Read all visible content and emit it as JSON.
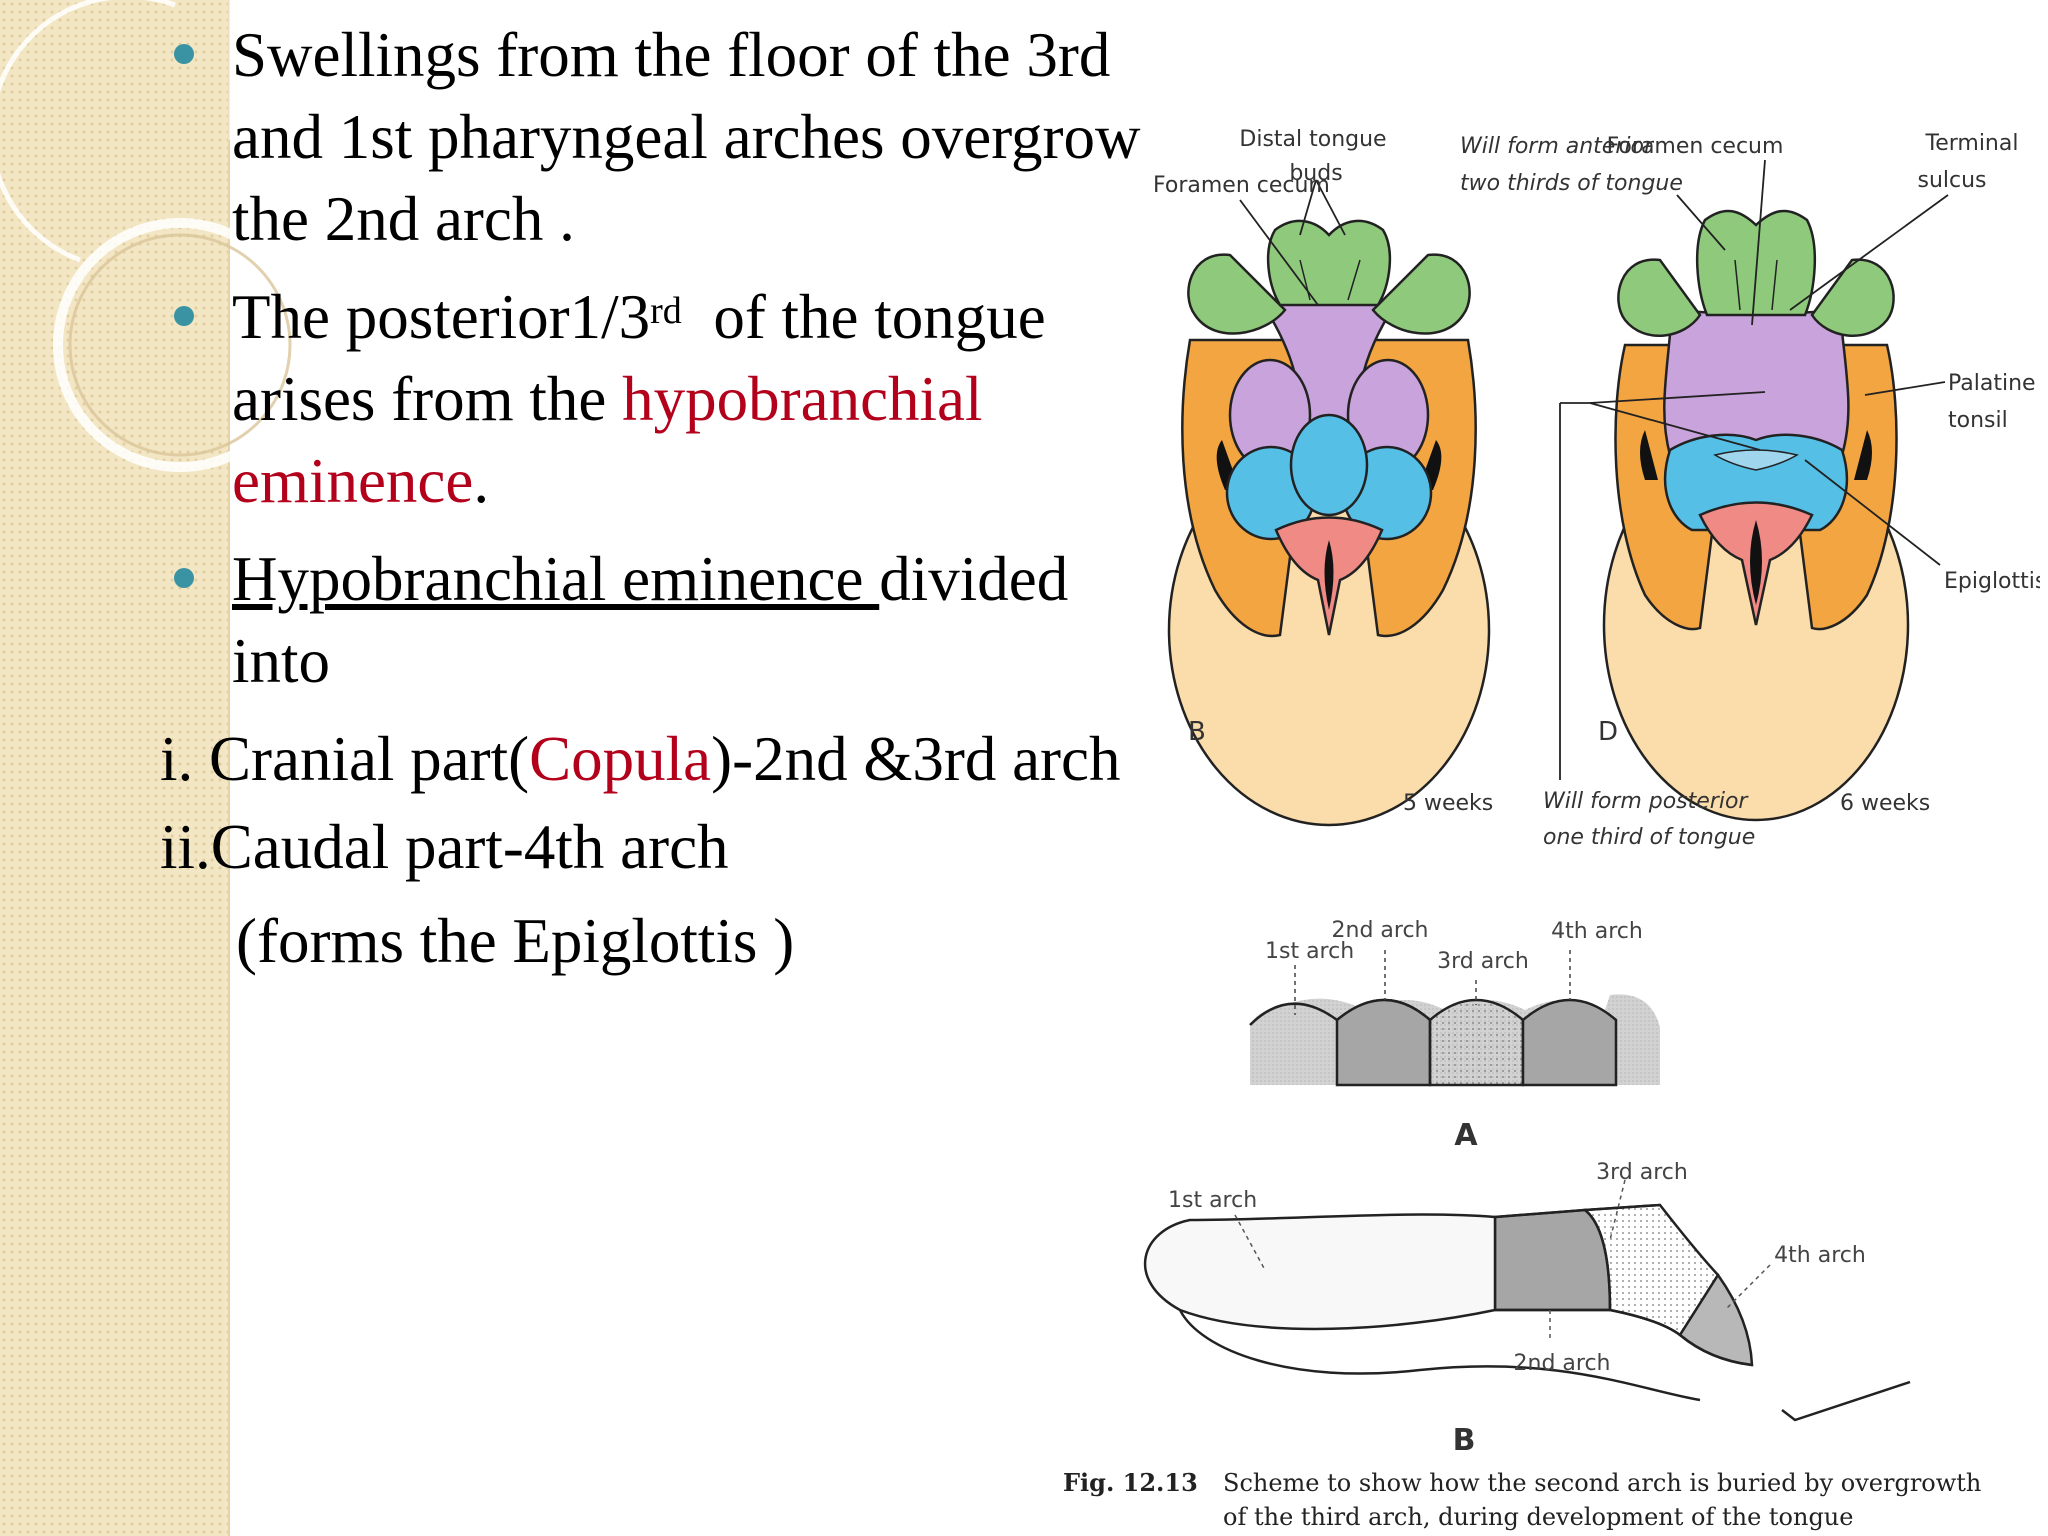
{
  "bullets": [
    {
      "text": "Swellings from the floor of the 3rd and 1st pharyngeal arches overgrow the 2nd arch ."
    },
    {
      "text_before": "The posterior1/3",
      "superscript": "rd",
      "text_mid": "  of the tongue arises from the ",
      "highlight": "hypobranchial eminence",
      "text_after": "."
    },
    {
      "underlined": "Hypobranchial eminence ",
      "text_after": "divided into"
    }
  ],
  "sub_items": [
    {
      "prefix": "i. Cranial part(",
      "highlight": "Copula",
      "suffix": ")-2nd &3rd arch"
    },
    {
      "text": "ii.Caudal part-4th arch"
    },
    {
      "text": "(forms the Epiglottis )"
    }
  ],
  "figure_top": {
    "labels": {
      "foramen_cecum_left": "Foramen cecum",
      "distal_tongue_buds_line1": "Distal tongue",
      "distal_tongue_buds_line2": "buds",
      "will_form_anterior_line1": "Will form anterior",
      "will_form_anterior_line2": "two thirds of tongue",
      "foramen_cecum_right": "Foramen cecum",
      "terminal_sulcus_line1": "Terminal",
      "terminal_sulcus_line2": "sulcus",
      "palatine_tonsil_line1": "Palatine",
      "palatine_tonsil_line2": "tonsil",
      "epiglottis": "Epiglottis",
      "panel_b": "B",
      "panel_d": "D",
      "five_weeks": "5 weeks",
      "six_weeks": "6 weeks",
      "will_form_posterior_line1": "Will form posterior",
      "will_form_posterior_line2": "one third of tongue"
    },
    "colors": {
      "green": "#8fca7c",
      "orange": "#f2a540",
      "purple": "#c9a3db",
      "blue": "#55bfe6",
      "pink": "#ef8a85",
      "peach": "#fbdcab"
    }
  },
  "figure_bottom": {
    "labels": {
      "a_1st_arch": "1st arch",
      "a_2nd_arch": "2nd arch",
      "a_3rd_arch": "3rd arch",
      "a_4th_arch": "4th arch",
      "panel_a": "A",
      "b_1st_arch": "1st arch",
      "b_3rd_arch": "3rd arch",
      "b_4th_arch": "4th arch",
      "b_2nd_arch": "2nd arch",
      "panel_b": "B"
    }
  },
  "caption": {
    "fig_no": "Fig. 12.13",
    "line1": "Scheme to show how the second arch is buried by overgrowth",
    "line2": "of the third arch, during development of the tongue"
  }
}
